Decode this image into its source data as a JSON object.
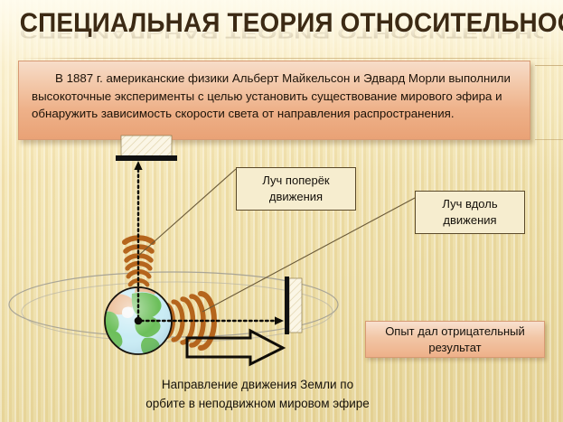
{
  "slide": {
    "title": "СПЕЦИАЛЬНАЯ ТЕОРИЯ ОТНОСИТЕЛЬНОСТИ",
    "intro_paragraph": "В 1887 г. американские физики Альберт Майкельсон и Эдвард Морли выполнили высокоточные эксперименты с целью установить существование мирового эфира и обнаружить зависимость скорости света от направления распространения.",
    "callouts": {
      "transverse_beam_line1": "Луч поперёк",
      "transverse_beam_line2": "движения",
      "longitudinal_beam_line1": "Луч вдоль",
      "longitudinal_beam_line2": "движения",
      "result_line1": "Опыт дал отрицательный",
      "result_line2": "результат"
    },
    "caption": {
      "line1": "Направление движения  Земли по",
      "line2": "орбите в неподвижном мировом эфире"
    },
    "diagram": {
      "earth_label": "earth-globe",
      "orbit_label": "orbit-ellipse",
      "mirror_top_label": "top-mirror",
      "mirror_right_label": "right-mirror",
      "motion_arrow_label": "motion-direction-arrow",
      "wave_up_label": "transverse-light-waves",
      "wave_right_label": "longitudinal-light-waves"
    },
    "colors": {
      "background": "#eedfa8",
      "title": "#3c2a14",
      "intro_box_fill": "#eeb189",
      "callout_fill": "#f6edcf",
      "callout_border": "#5b4a2a",
      "wave": "#b5651d",
      "ocean": "#c9ecf5",
      "land": "#6cbf5a",
      "orbit": "#9c9a92"
    }
  }
}
